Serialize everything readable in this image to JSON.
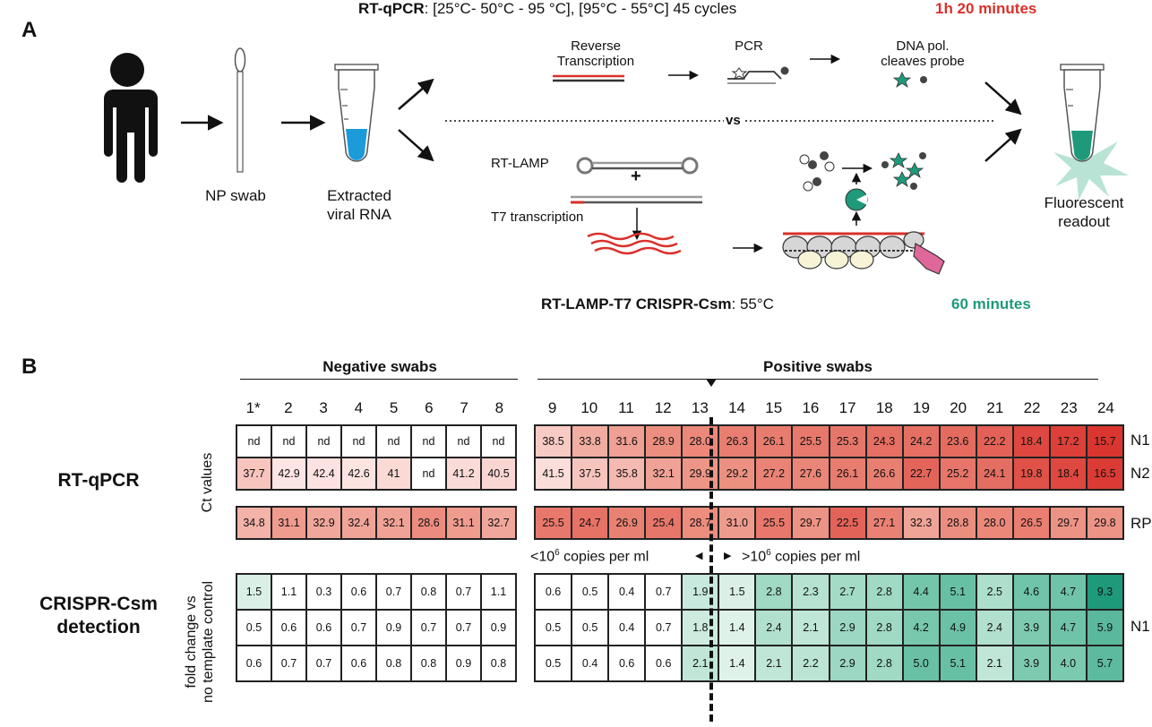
{
  "panel_a": {
    "letter": "A",
    "qpcr_header": {
      "bold": "RT-qPCR",
      "rest": ": [25°C- 50°C - 95 °C], [95°C - 55°C] 45 cycles",
      "time": "1h 20 minutes"
    },
    "steps": {
      "np_swab": "NP swab",
      "extracted": "Extracted\nviral RNA",
      "fluorescent": "Fluorescent\nreadout"
    },
    "qpcr_steps": {
      "rt": "Reverse\nTranscription",
      "pcr": "PCR",
      "dna_pol": "DNA pol.\ncleaves probe"
    },
    "vs": "vs",
    "lamp_steps": {
      "lamp": "RT-LAMP",
      "plus": "+",
      "t7": "T7 transcription"
    },
    "csm_header": {
      "bold": "RT-LAMP-T7 CRISPR-Csm",
      "rest": ": 55°C",
      "time": "60 minutes"
    },
    "colors": {
      "red": "#d9312b",
      "green": "#1e9a7a",
      "blue": "#1b9bd9"
    }
  },
  "panel_b": {
    "letter": "B",
    "neg_title": "Negative swabs",
    "pos_title": "Positive swabs",
    "neg_cols": [
      "1*",
      "2",
      "3",
      "4",
      "5",
      "6",
      "7",
      "8"
    ],
    "pos_cols": [
      "9",
      "10",
      "11",
      "12",
      "13",
      "14",
      "15",
      "16",
      "17",
      "18",
      "19",
      "20",
      "21",
      "22",
      "23",
      "24"
    ],
    "rtqpcr_label": "RT-qPCR",
    "ct_label": "Ct values",
    "csm_label": "CRISPR-Csm\ndetection",
    "fold_label": "fold change vs\nno template control",
    "copies_low": "<10",
    "copies_high": ">10",
    "copies_exp": "6",
    "copies_suffix": " copies per ml",
    "row_labels": {
      "n1": "N1",
      "n2": "N2",
      "rp": "RP",
      "csm_n1": "N1"
    },
    "ct": {
      "n1_neg": [
        "nd",
        "nd",
        "nd",
        "nd",
        "nd",
        "nd",
        "nd",
        "nd"
      ],
      "n2_neg": [
        "37.7",
        "42.9",
        "42.4",
        "42.6",
        "41",
        "nd",
        "41.2",
        "40.5"
      ],
      "rp_neg": [
        "34.8",
        "31.1",
        "32.9",
        "32.4",
        "32.1",
        "28.6",
        "31.1",
        "32.7"
      ],
      "n1_pos": [
        "38.5",
        "33.8",
        "31.6",
        "28.9",
        "28.0",
        "26.3",
        "26.1",
        "25.5",
        "25.3",
        "24.3",
        "24.2",
        "23.6",
        "22.2",
        "18.4",
        "17.2",
        "15.7"
      ],
      "n2_pos": [
        "41.5",
        "37.5",
        "35.8",
        "32.1",
        "29.9",
        "29.2",
        "27.2",
        "27.6",
        "26.1",
        "26.6",
        "22.7",
        "25.2",
        "24.1",
        "19.8",
        "18.4",
        "16.5"
      ],
      "rp_pos": [
        "25.5",
        "24.7",
        "26.9",
        "25.4",
        "28.7",
        "31.0",
        "25.5",
        "29.7",
        "22.5",
        "27.1",
        "32.3",
        "28.8",
        "28.0",
        "26.5",
        "29.7",
        "29.8"
      ]
    },
    "fold": {
      "neg": [
        [
          "1.5",
          "1.1",
          "0.3",
          "0.6",
          "0.7",
          "0.8",
          "0.7",
          "1.1"
        ],
        [
          "0.5",
          "0.6",
          "0.6",
          "0.7",
          "0.9",
          "0.7",
          "0.7",
          "0.9"
        ],
        [
          "0.6",
          "0.7",
          "0.7",
          "0.6",
          "0.8",
          "0.8",
          "0.9",
          "0.8"
        ]
      ],
      "pos": [
        [
          "0.6",
          "0.5",
          "0.4",
          "0.7",
          "1.9",
          "1.5",
          "2.8",
          "2.3",
          "2.7",
          "2.8",
          "4.4",
          "5.1",
          "2.5",
          "4.6",
          "4.7",
          "9.3"
        ],
        [
          "0.5",
          "0.5",
          "0.4",
          "0.7",
          "1.8",
          "1.4",
          "2.4",
          "2.1",
          "2.9",
          "2.8",
          "4.2",
          "4.9",
          "2.4",
          "3.9",
          "4.7",
          "5.9"
        ],
        [
          "0.5",
          "0.4",
          "0.6",
          "0.6",
          "2.1",
          "1.4",
          "2.1",
          "2.2",
          "2.9",
          "2.8",
          "5.0",
          "5.1",
          "2.1",
          "3.9",
          "4.0",
          "5.7"
        ]
      ]
    }
  }
}
